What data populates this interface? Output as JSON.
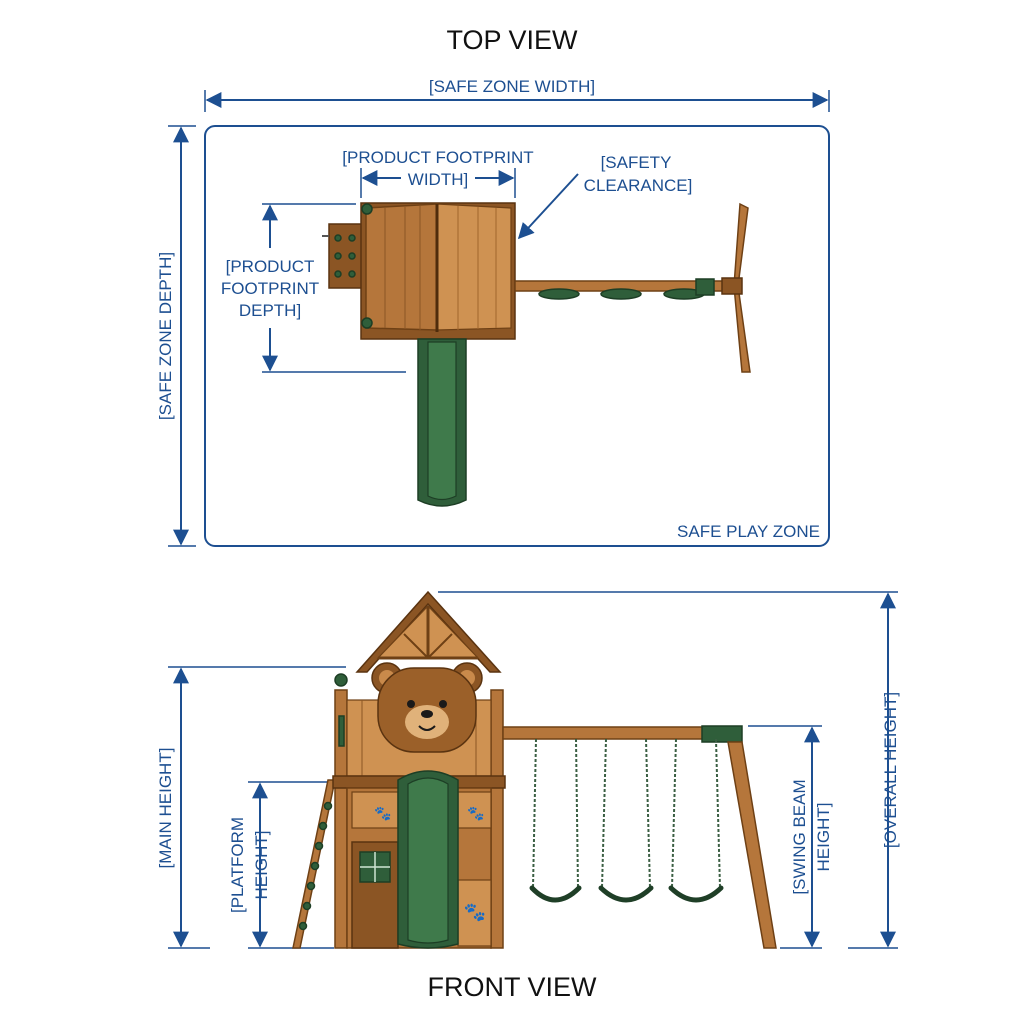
{
  "top_view": {
    "title": "TOP VIEW",
    "safe_zone_width": "[SAFE ZONE WIDTH]",
    "safe_zone_depth": "[SAFE ZONE DEPTH]",
    "footprint_width_line1": "[PRODUCT FOOTPRINT",
    "footprint_width_line2": "WIDTH]",
    "footprint_depth_line1": "[PRODUCT",
    "footprint_depth_line2": "FOOTPRINT",
    "footprint_depth_line3": "DEPTH]",
    "safety_clearance_line1": "[SAFETY",
    "safety_clearance_line2": "CLEARANCE]",
    "safe_play_zone": "SAFE PLAY ZONE"
  },
  "front_view": {
    "title": "FRONT VIEW",
    "main_height": "[MAIN HEIGHT]",
    "platform_height_line1": "[PLATFORM",
    "platform_height_line2": "HEIGHT]",
    "swing_beam_height_line1": "[SWING BEAM",
    "swing_beam_height_line2": "HEIGHT]",
    "overall_height": "[OVERALL HEIGHT]"
  },
  "colors": {
    "dimension": "#1d4f91",
    "wood": "#b5763b",
    "green": "#2f5e3a"
  }
}
